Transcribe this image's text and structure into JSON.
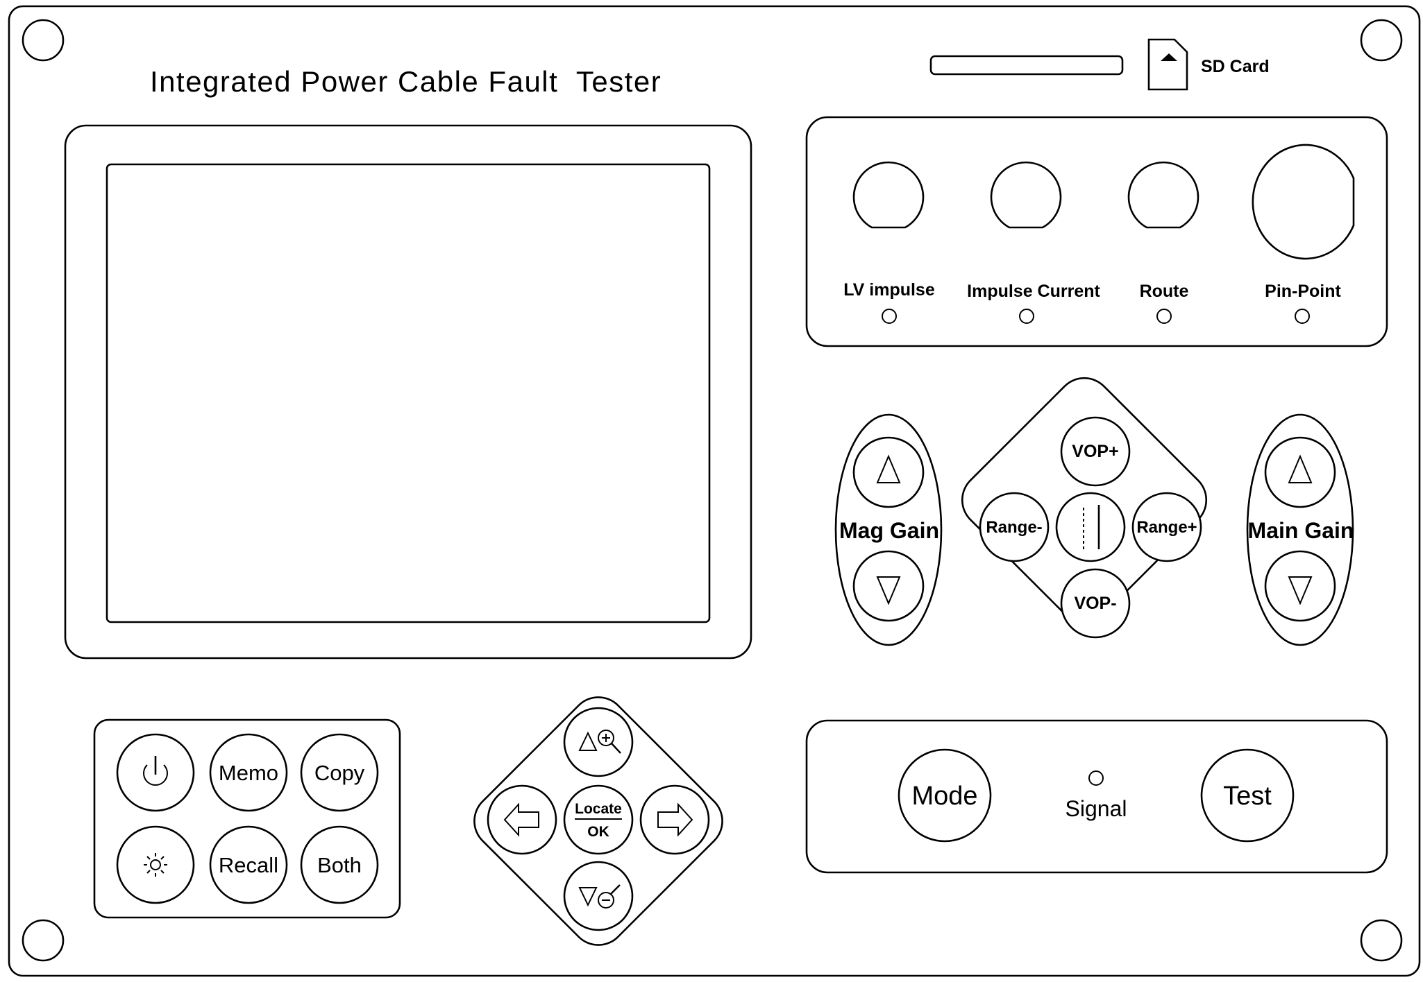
{
  "panel": {
    "title": "Integrated Power Cable Fault  Tester",
    "sd_card_label": "SD Card"
  },
  "ports": [
    {
      "label": "LV impulse"
    },
    {
      "label": "Impulse Current"
    },
    {
      "label": "Route"
    },
    {
      "label": "Pin-Point"
    }
  ],
  "gain": {
    "mag_label": "Mag Gain",
    "main_label": "Main Gain",
    "up_glyph": "△",
    "down_glyph": "▽"
  },
  "vop_pad": {
    "up": "VOP+",
    "down": "VOP-",
    "left": "Range-",
    "right": "Range+",
    "center_icon": "cursor-lines-icon"
  },
  "function_keys": {
    "power_icon": "power-icon",
    "memo": "Memo",
    "copy": "Copy",
    "brightness_icon": "brightness-icon",
    "recall": "Recall",
    "both": "Both"
  },
  "nav_pad": {
    "center_top": "Locate",
    "center_bottom": "OK",
    "up_icon": "zoom-in-icon",
    "down_icon": "zoom-out-icon",
    "left_icon": "arrow-left-icon",
    "right_icon": "arrow-right-icon"
  },
  "control": {
    "mode": "Mode",
    "signal": "Signal",
    "test": "Test"
  }
}
